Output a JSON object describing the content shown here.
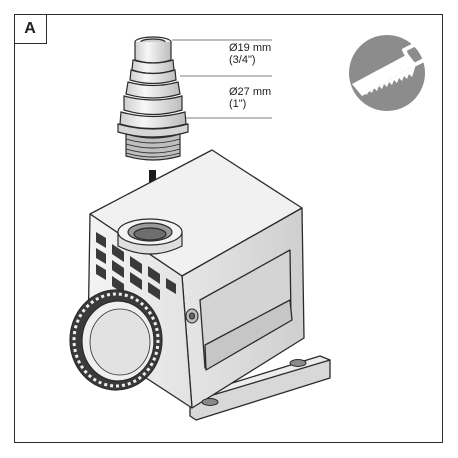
{
  "panel": {
    "letter": "A"
  },
  "dimensions": [
    {
      "size": "Ø19 mm",
      "inch": "(3/4\")"
    },
    {
      "size": "Ø27 mm",
      "inch": "(1\")"
    }
  ],
  "icons": {
    "tool_badge": "saw-icon",
    "insert_arrow": "down-arrow-icon"
  },
  "colors": {
    "tool_badge_bg": "#8c8c8c",
    "tool_badge_fg": "#ffffff",
    "line": "#2b2b2b",
    "pump_light": "#f2f2f2",
    "pump_mid": "#dcdcdc",
    "pump_dark": "#b8b8b8"
  }
}
